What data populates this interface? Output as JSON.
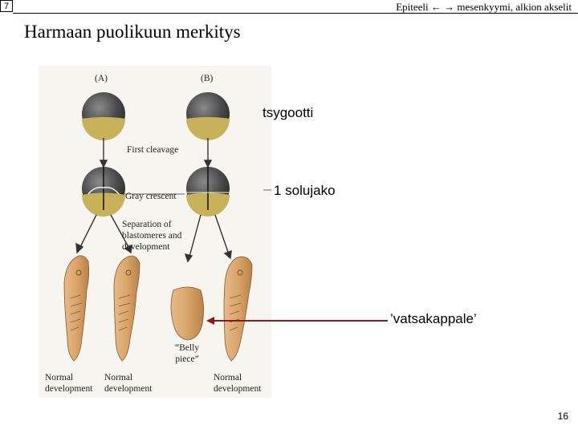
{
  "slide": {
    "top_number": "7",
    "header": "Epiteeli ← → mesenkyymi, alkion akselit",
    "title": "Harmaan puolikuun merkitys",
    "page_number": "16"
  },
  "figure": {
    "label_a": "(A)",
    "label_b": "(B)",
    "first_cleavage": "First cleavage",
    "gray_crescent": "Gray crescent",
    "separation": [
      "Separation of",
      "blastomeres and",
      "development"
    ],
    "belly_piece": [
      "“Belly",
      "piece”"
    ],
    "normal_dev_1": [
      "Normal",
      "development"
    ],
    "normal_dev_2": [
      "Normal",
      "development"
    ],
    "normal_dev_3": [
      "Normal",
      "development"
    ]
  },
  "callouts": {
    "zygote": "tsygootti",
    "first_division": "1 solujako",
    "belly_piece": "’vatsakappale’"
  },
  "colors": {
    "arrow": "#8b1a1a",
    "embryo": "#d9a56a",
    "yolk": "#c7b25a",
    "egg": "#4a4a4a"
  }
}
